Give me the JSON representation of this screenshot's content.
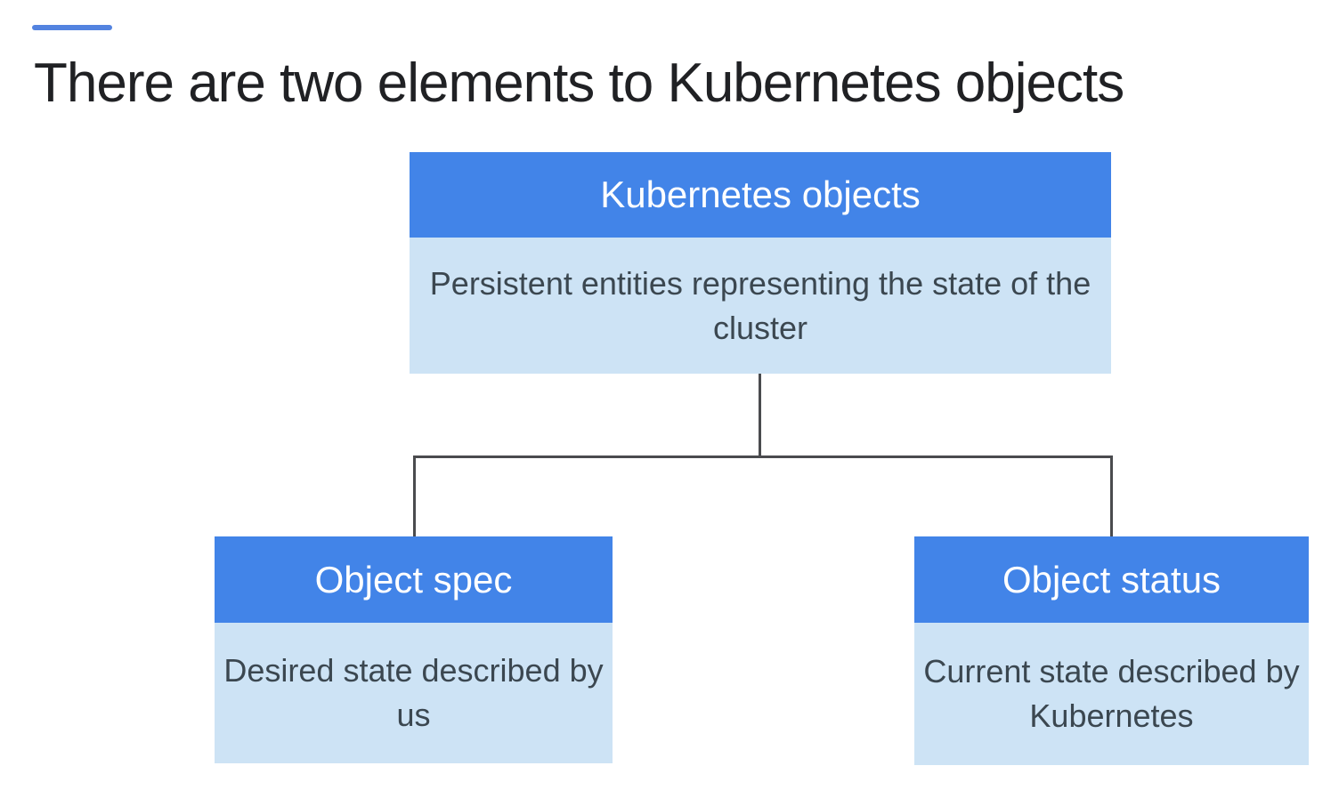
{
  "slide": {
    "title": "There are two elements to Kubernetes objects"
  },
  "diagram": {
    "type": "tree",
    "root": {
      "header": "Kubernetes objects",
      "body": "Persistent entities representing the state of the cluster"
    },
    "children": [
      {
        "header": "Object spec",
        "body": "Desired state described by us"
      },
      {
        "header": "Object status",
        "body": "Current state described by Kubernetes"
      }
    ]
  },
  "colors": {
    "header_bg": "#4284E8",
    "body_bg": "#CDE3F5",
    "header_text": "#FFFFFF",
    "body_text": "#3B4750",
    "title_text": "#202124",
    "connector": "#4A4B4E",
    "accent_bar": "#5383E0",
    "background": "#FFFFFF"
  }
}
